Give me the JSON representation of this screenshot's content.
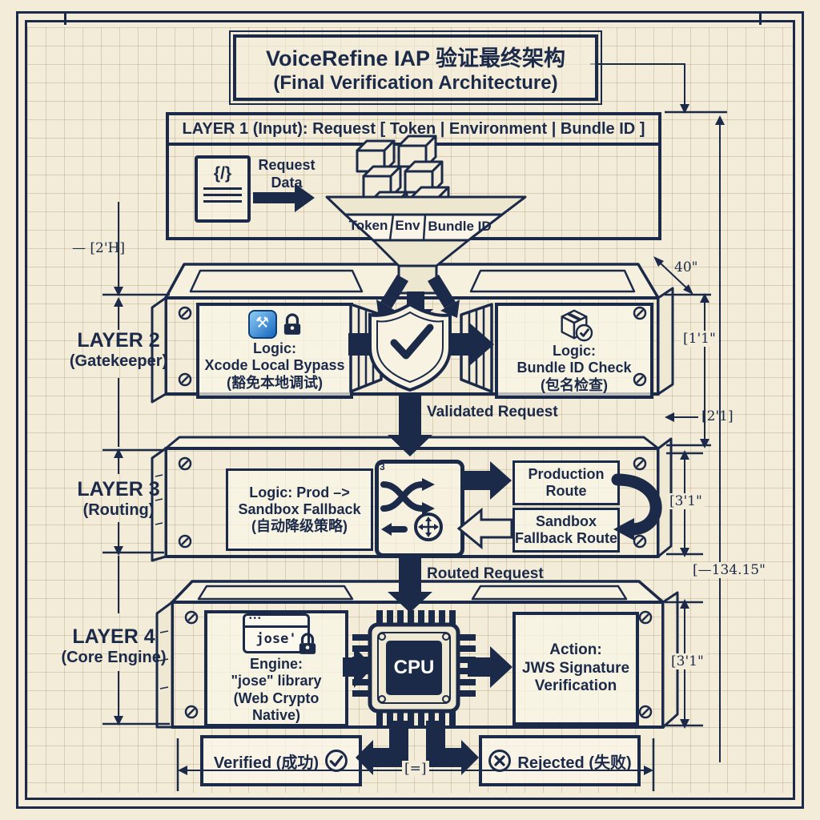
{
  "colors": {
    "navy": "#1c2a4a",
    "paper": "#f2ecd9",
    "box_fill": "#f8f3e2",
    "xcode_blue": "#1565c0"
  },
  "title": {
    "line1": "VoiceRefine IAP 验证最终架构",
    "line2": "(Final Verification Architecture)"
  },
  "layer1": {
    "header": "LAYER 1 (Input): Request [ Token | Environment | Bundle ID ]",
    "doc_glyph": "{/}",
    "request_label_1": "Request",
    "request_label_2": "Data",
    "funnel_labels": {
      "token": "Token",
      "env": "Env",
      "bundle": "Bundle ID"
    }
  },
  "layer2": {
    "name": "LAYER 2",
    "subtitle": "(Gatekeeper)",
    "xcode_glyph": "⚒",
    "left": {
      "l1": "Logic:",
      "l2": "Xcode Local Bypass",
      "l3": "(豁免本地调试)"
    },
    "right": {
      "l1": "Logic:",
      "l2": "Bundle ID Check",
      "l3": "(包名检查)"
    }
  },
  "layer3": {
    "name": "LAYER 3",
    "subtitle": "(Routing)",
    "router_tag": "3",
    "left": {
      "l1": "Logic: Prod –>",
      "l2": "Sandbox Fallback",
      "l3": "(自动降级策略)"
    },
    "production": {
      "l1": "Production",
      "l2": "Route"
    },
    "sandbox": {
      "l1": "Sandbox",
      "l2": "Fallback Route"
    }
  },
  "layer4": {
    "name": "LAYER 4",
    "subtitle": "(Core Engine)",
    "jose_label": "jose'",
    "cpu_label": "CPU",
    "left": {
      "l1": "Engine:",
      "l2": "\"jose\" library",
      "l3": "(Web Crypto",
      "l4": "Native)"
    },
    "right": {
      "l1": "Action:",
      "l2": "JWS Signature",
      "l3": "Verification"
    }
  },
  "flow": {
    "validated": "Validated Request",
    "routed": "Routed Request"
  },
  "results": {
    "verified": "Verified (成功)",
    "rejected": "Rejected (失败)"
  },
  "dims": {
    "h2": "— [2'H]",
    "w40": "40\"",
    "h11": "[1'1\"",
    "w21": "[2'1]",
    "h134": "[—134.15\"",
    "h31_routing": "[3'1\"",
    "h31_engine": "[3'1\"",
    "width_eq": "[=]"
  }
}
